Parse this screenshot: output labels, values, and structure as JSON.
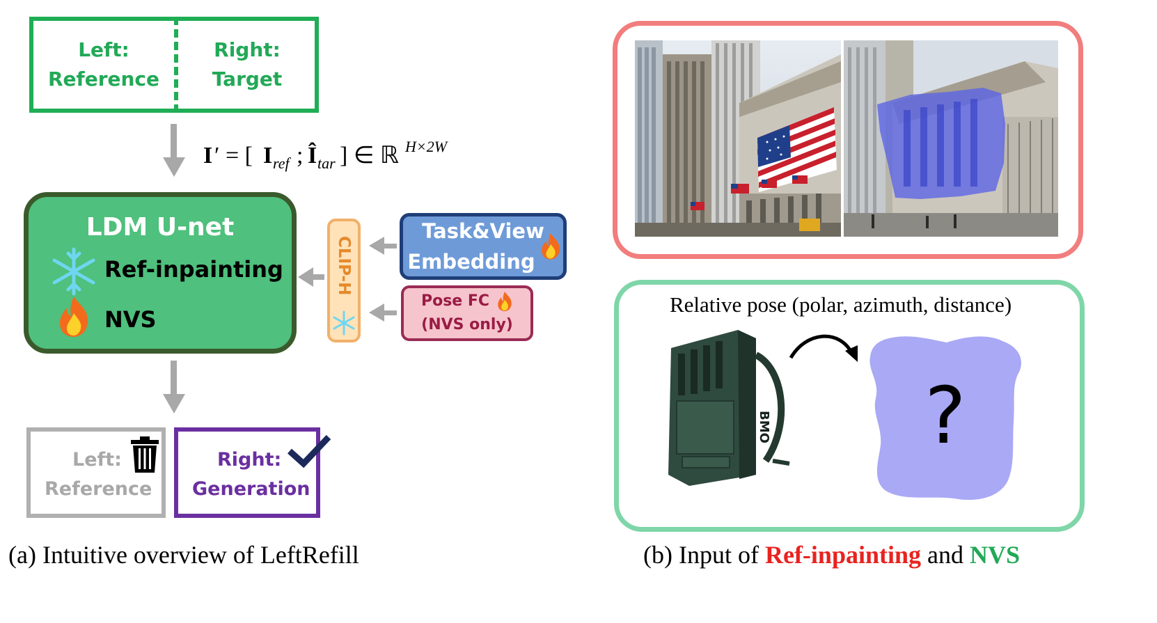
{
  "input_box": {
    "left_label": "Left:\nReference",
    "right_label": "Right:\nTarget"
  },
  "formula": "I′ = [I_ref ; Î_tar] ∈ ℝ^(H×2W)",
  "ldm": {
    "title": "LDM U-net",
    "item1": "Ref-inpainting",
    "item2": "NVS"
  },
  "clip": {
    "label": "CLIP-H"
  },
  "task_view": {
    "line1": "Task&View",
    "line2": "Embedding"
  },
  "pose_fc": {
    "line1": "Pose FC",
    "line2": "(NVS only)"
  },
  "output": {
    "left_line1": "Left:",
    "left_line2": "Reference",
    "right_line1": "Right:",
    "right_line2": "Generation"
  },
  "captions": {
    "a": "(a) Intuitive overview of LeftRefill",
    "b_prefix": "(b) Input of ",
    "b_ref": "Ref-inpainting",
    "b_mid": " and ",
    "b_nvs": "NVS"
  },
  "nvs_panel": {
    "pose_text": "Relative pose (polar, azimuth, distance)",
    "question": "?"
  },
  "colors": {
    "green": "#1fae55",
    "ldm_fill": "#4fc07d",
    "ldm_border": "#3a5a2c",
    "clip_fill": "#ffe2b8",
    "task_fill": "#6e9bd8",
    "pose_fill": "#f6c4cc",
    "purple": "#6a2fa0",
    "grey": "#b0b0b0",
    "red_caption": "#e8231f",
    "green_caption": "#22a957",
    "mask_blue": "#a9a9f5"
  },
  "icons": [
    "snowflake-icon",
    "fire-icon",
    "trash-icon",
    "checkmark-icon",
    "curved-arrow-icon"
  ]
}
